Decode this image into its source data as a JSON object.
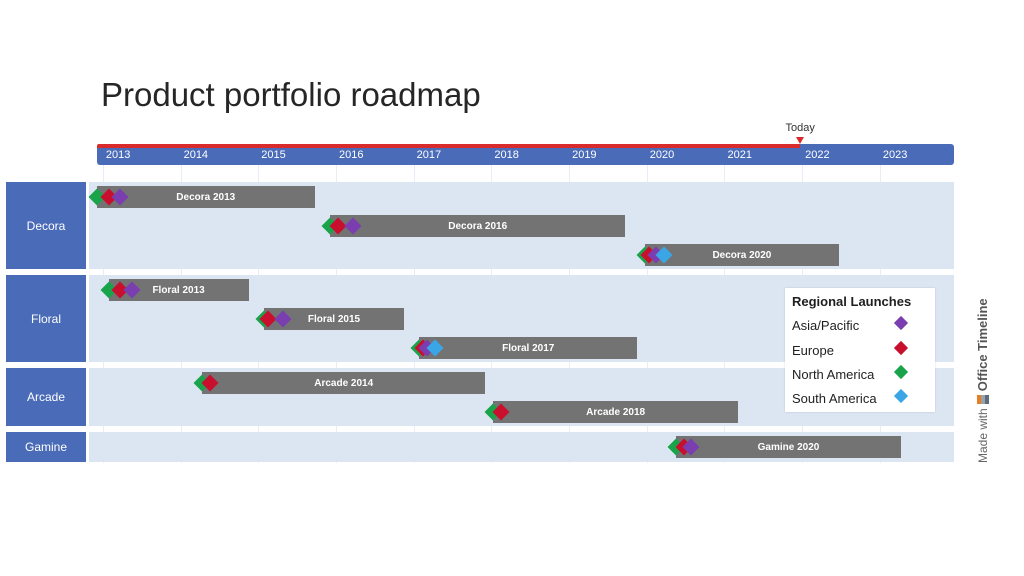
{
  "title": "Product portfolio roadmap",
  "today_label": "Today",
  "chart_data": {
    "type": "gantt",
    "title": "Product portfolio roadmap",
    "years": [
      "2013",
      "2014",
      "2015",
      "2016",
      "2017",
      "2018",
      "2019",
      "2020",
      "2021",
      "2022",
      "2023"
    ],
    "x_range": [
      2012.95,
      2024.0
    ],
    "today": 2022.0,
    "legend": {
      "title": "Regional Launches",
      "placement": "right",
      "items": [
        {
          "label": "Asia/Pacific",
          "color": "#7a3eb1"
        },
        {
          "label": "Europe",
          "color": "#c8102e"
        },
        {
          "label": "North America",
          "color": "#19a34b"
        },
        {
          "label": "South America",
          "color": "#3aa6e6"
        }
      ]
    },
    "swimlanes": [
      {
        "name": "Decora",
        "tasks": [
          {
            "label": "Decora 2013",
            "start": 2012.95,
            "end": 2015.75,
            "launches": [
              {
                "region": "North America",
                "at": 2012.95
              },
              {
                "region": "Europe",
                "at": 2013.1
              },
              {
                "region": "Asia/Pacific",
                "at": 2013.25
              }
            ]
          },
          {
            "label": "Decora 2016",
            "start": 2015.95,
            "end": 2019.75,
            "launches": [
              {
                "region": "North America",
                "at": 2015.95
              },
              {
                "region": "Europe",
                "at": 2016.05
              },
              {
                "region": "Asia/Pacific",
                "at": 2016.25
              }
            ]
          },
          {
            "label": "Decora 2020",
            "start": 2020.0,
            "end": 2022.5,
            "launches": [
              {
                "region": "North America",
                "at": 2020.0
              },
              {
                "region": "Europe",
                "at": 2020.05
              },
              {
                "region": "Asia/Pacific",
                "at": 2020.15
              },
              {
                "region": "South America",
                "at": 2020.25
              }
            ]
          }
        ]
      },
      {
        "name": "Floral",
        "tasks": [
          {
            "label": "Floral 2013",
            "start": 2013.1,
            "end": 2014.9,
            "launches": [
              {
                "region": "North America",
                "at": 2013.1
              },
              {
                "region": "Europe",
                "at": 2013.25
              },
              {
                "region": "Asia/Pacific",
                "at": 2013.4
              }
            ]
          },
          {
            "label": "Floral 2015",
            "start": 2015.1,
            "end": 2016.9,
            "launches": [
              {
                "region": "North America",
                "at": 2015.1
              },
              {
                "region": "Europe",
                "at": 2015.15
              },
              {
                "region": "Asia/Pacific",
                "at": 2015.35
              }
            ]
          },
          {
            "label": "Floral 2017",
            "start": 2017.1,
            "end": 2019.9,
            "launches": [
              {
                "region": "North America",
                "at": 2017.1
              },
              {
                "region": "Europe",
                "at": 2017.15
              },
              {
                "region": "Asia/Pacific",
                "at": 2017.2
              },
              {
                "region": "South America",
                "at": 2017.3
              }
            ]
          }
        ]
      },
      {
        "name": "Arcade",
        "tasks": [
          {
            "label": "Arcade 2014",
            "start": 2014.3,
            "end": 2017.95,
            "launches": [
              {
                "region": "North America",
                "at": 2014.3
              },
              {
                "region": "Europe",
                "at": 2014.4
              }
            ]
          },
          {
            "label": "Arcade 2018",
            "start": 2018.05,
            "end": 2021.2,
            "launches": [
              {
                "region": "North America",
                "at": 2018.05
              },
              {
                "region": "Europe",
                "at": 2018.15
              }
            ]
          }
        ]
      },
      {
        "name": "Gamine",
        "tasks": [
          {
            "label": "Gamine 2020",
            "start": 2020.4,
            "end": 2023.3,
            "launches": [
              {
                "region": "North America",
                "at": 2020.4
              },
              {
                "region": "Europe",
                "at": 2020.5
              },
              {
                "region": "Asia/Pacific",
                "at": 2020.6
              }
            ]
          }
        ]
      }
    ]
  },
  "watermark": {
    "prefix": "Made with",
    "brand": "Office Timeline"
  }
}
